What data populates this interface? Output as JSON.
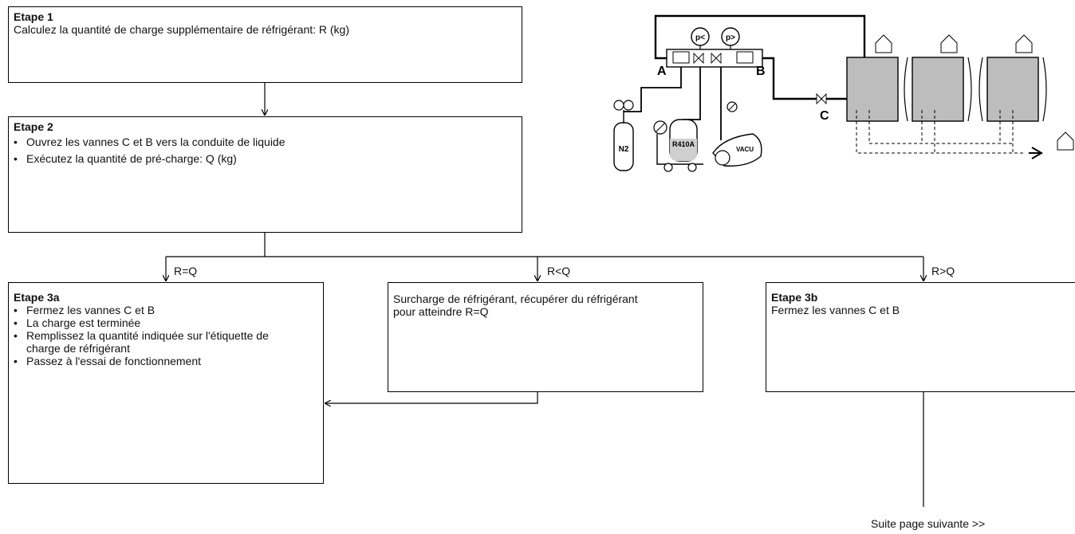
{
  "step1": {
    "title": "Etape 1",
    "text": "Calculez la quantité de charge supplémentaire de réfrigérant: R (kg)"
  },
  "step2": {
    "title": "Etape 2",
    "bullets": [
      "Ouvrez les vannes C et B vers la conduite de liquide",
      "Exécutez la quantité de pré-charge: Q (kg)"
    ]
  },
  "branches": {
    "eq": "R=Q",
    "lt": "R<Q",
    "gt": "R>Q"
  },
  "step3a": {
    "title": "Etape 3a",
    "bullets": [
      "Fermez les vannes C et B",
      "La charge est terminée",
      "Remplissez la quantité indiquée sur l'étiquette de charge de réfrigérant",
      "Passez à l'essai de fonctionnement"
    ]
  },
  "overcharge": {
    "text": "Surcharge de réfrigérant, récupérer du réfrigérant pour atteindre R=Q"
  },
  "step3b": {
    "title": "Etape 3b",
    "text": "Fermez les vannes C et B"
  },
  "footer": {
    "next": "Suite page suivante >>"
  },
  "illustration": {
    "labels": {
      "valve_a": "A",
      "valve_b": "B",
      "valve_c": "C",
      "gauge_low": "p<",
      "gauge_high": "p>",
      "nitrogen": "N2",
      "refrigerant": "R410A",
      "pump_brand": "VACU"
    }
  }
}
